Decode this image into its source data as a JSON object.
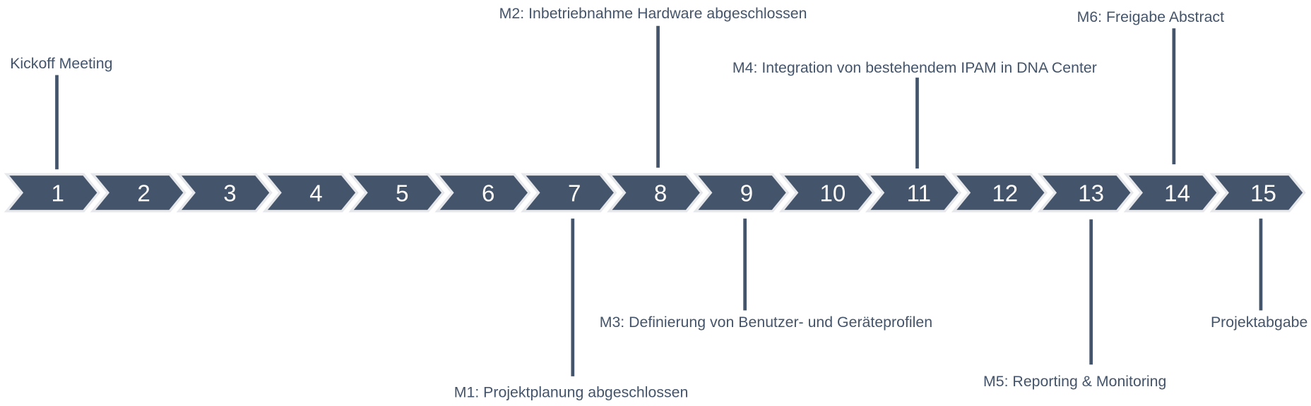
{
  "colors": {
    "chevron_fill": "#44546a",
    "chevron_outline": "#e6e8ec",
    "connector": "#44546a",
    "label_text": "#44546a",
    "number_text": "#ffffff"
  },
  "timeline": {
    "steps": [
      "1",
      "2",
      "3",
      "4",
      "5",
      "6",
      "7",
      "8",
      "9",
      "10",
      "11",
      "12",
      "13",
      "14",
      "15"
    ]
  },
  "milestones": [
    {
      "label": "Kickoff Meeting",
      "step": 1,
      "side": "above"
    },
    {
      "label": "M1: Projektplanung abgeschlossen",
      "step": 7,
      "side": "below"
    },
    {
      "label": "M2: Inbetriebnahme Hardware abgeschlossen",
      "step": 8,
      "side": "above"
    },
    {
      "label": "M3: Definierung von Benutzer- und Geräteprofilen",
      "step": 9,
      "side": "below"
    },
    {
      "label": "M4: Integration von bestehendem IPAM in DNA Center",
      "step": 11,
      "side": "above"
    },
    {
      "label": "M5: Reporting & Monitoring",
      "step": 13,
      "side": "below"
    },
    {
      "label": "M6: Freigabe Abstract",
      "step": 14,
      "side": "above"
    },
    {
      "label": "Projektabgabe",
      "step": 15,
      "side": "below"
    }
  ]
}
